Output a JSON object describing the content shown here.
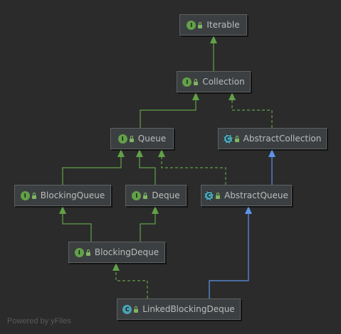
{
  "diagram": {
    "colors": {
      "interface_badge": "#62a148",
      "class_badge": "#4aa3b3",
      "extends_edge": "#62a148",
      "implements_edge": "#5c95e8",
      "node_bg": "#3c3f41",
      "node_text": "#bbbbbb"
    },
    "nodes": [
      {
        "id": "iterable",
        "label": "Iterable",
        "kind": "interface",
        "badge": "I",
        "icon": "lock-icon"
      },
      {
        "id": "collection",
        "label": "Collection",
        "kind": "interface",
        "badge": "I",
        "icon": "lock-icon"
      },
      {
        "id": "queue",
        "label": "Queue",
        "kind": "interface",
        "badge": "I",
        "icon": "lock-icon"
      },
      {
        "id": "abstractcollection",
        "label": "AbstractCollection",
        "kind": "abstract-class",
        "badge": "C",
        "icon": "lock-icon"
      },
      {
        "id": "blockingqueue",
        "label": "BlockingQueue",
        "kind": "interface",
        "badge": "I",
        "icon": "lock-icon"
      },
      {
        "id": "deque",
        "label": "Deque",
        "kind": "interface",
        "badge": "I",
        "icon": "lock-icon"
      },
      {
        "id": "abstractqueue",
        "label": "AbstractQueue",
        "kind": "abstract-class",
        "badge": "C",
        "icon": "lock-icon"
      },
      {
        "id": "blockingdeque",
        "label": "BlockingDeque",
        "kind": "interface",
        "badge": "I",
        "icon": "lock-icon"
      },
      {
        "id": "linkedblockingdeque",
        "label": "LinkedBlockingDeque",
        "kind": "class",
        "badge": "C",
        "icon": "lock-icon"
      }
    ],
    "edges": [
      {
        "from": "collection",
        "to": "iterable",
        "type": "extends"
      },
      {
        "from": "queue",
        "to": "collection",
        "type": "extends"
      },
      {
        "from": "abstractcollection",
        "to": "collection",
        "type": "implements-interface"
      },
      {
        "from": "blockingqueue",
        "to": "queue",
        "type": "extends"
      },
      {
        "from": "deque",
        "to": "queue",
        "type": "extends"
      },
      {
        "from": "abstractqueue",
        "to": "queue",
        "type": "implements-interface"
      },
      {
        "from": "abstractqueue",
        "to": "abstractcollection",
        "type": "extends-class"
      },
      {
        "from": "blockingdeque",
        "to": "blockingqueue",
        "type": "extends"
      },
      {
        "from": "blockingdeque",
        "to": "deque",
        "type": "extends"
      },
      {
        "from": "linkedblockingdeque",
        "to": "blockingdeque",
        "type": "implements-interface"
      },
      {
        "from": "linkedblockingdeque",
        "to": "abstractqueue",
        "type": "extends-class"
      }
    ]
  },
  "footer": "Powered by yFiles"
}
